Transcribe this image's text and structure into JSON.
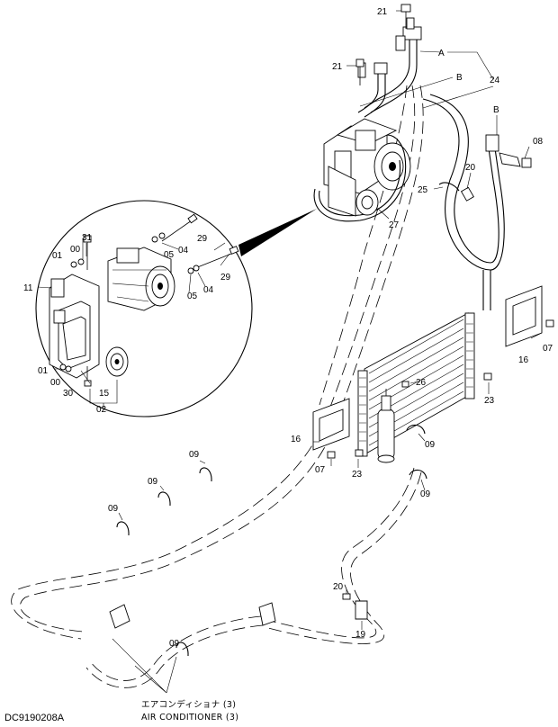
{
  "parts": {
    "p21a": "21",
    "p21b": "21",
    "pA": "A",
    "pB1": "B",
    "pB2": "B",
    "p24": "24",
    "p08": "08",
    "p20a": "20",
    "p25": "25",
    "p27": "27",
    "p31": "31",
    "p01a": "01",
    "p00a": "00",
    "p05a": "05",
    "p04a": "04",
    "p29a": "29",
    "p29b": "29",
    "p11": "11",
    "p05b": "05",
    "p04b": "04",
    "p01b": "01",
    "p00b": "00",
    "p30": "30",
    "p15": "15",
    "p02": "02",
    "p07a": "07",
    "p16a": "16",
    "p23a": "23",
    "p26": "26",
    "p16b": "16",
    "p09a": "09",
    "p07b": "07",
    "p23b": "23",
    "p09b": "09",
    "p09c": "09",
    "p09d": "09",
    "p09e": "09",
    "p09f": "09",
    "p20b": "20",
    "p19": "19"
  },
  "caption": {
    "jp": "エアコンディショナ (3)",
    "en": "AIR CONDITIONER (3)"
  },
  "drawing_code": "DC9190208A"
}
